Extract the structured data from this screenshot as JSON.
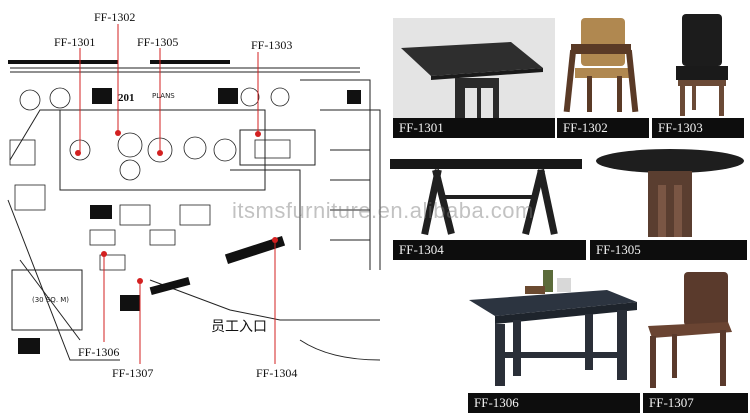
{
  "plan": {
    "labels": [
      "FF-1302",
      "FF-1301",
      "FF-1305",
      "FF-1303",
      "FF-1306",
      "FF-1307",
      "FF-1304"
    ],
    "room_note": "201",
    "room_area": "(30 SQ. M)",
    "entrance": "员工入口"
  },
  "watermark": "itsmsfurniture.en.alibaba.com",
  "products": [
    {
      "code": "FF-1301",
      "kind": "square-table"
    },
    {
      "code": "FF-1302",
      "kind": "armchair"
    },
    {
      "code": "FF-1303",
      "kind": "dining-chair"
    },
    {
      "code": "FF-1304",
      "kind": "long-table"
    },
    {
      "code": "FF-1305",
      "kind": "round-table"
    },
    {
      "code": "FF-1306",
      "kind": "rect-table"
    },
    {
      "code": "FF-1307",
      "kind": "wood-chair"
    }
  ]
}
